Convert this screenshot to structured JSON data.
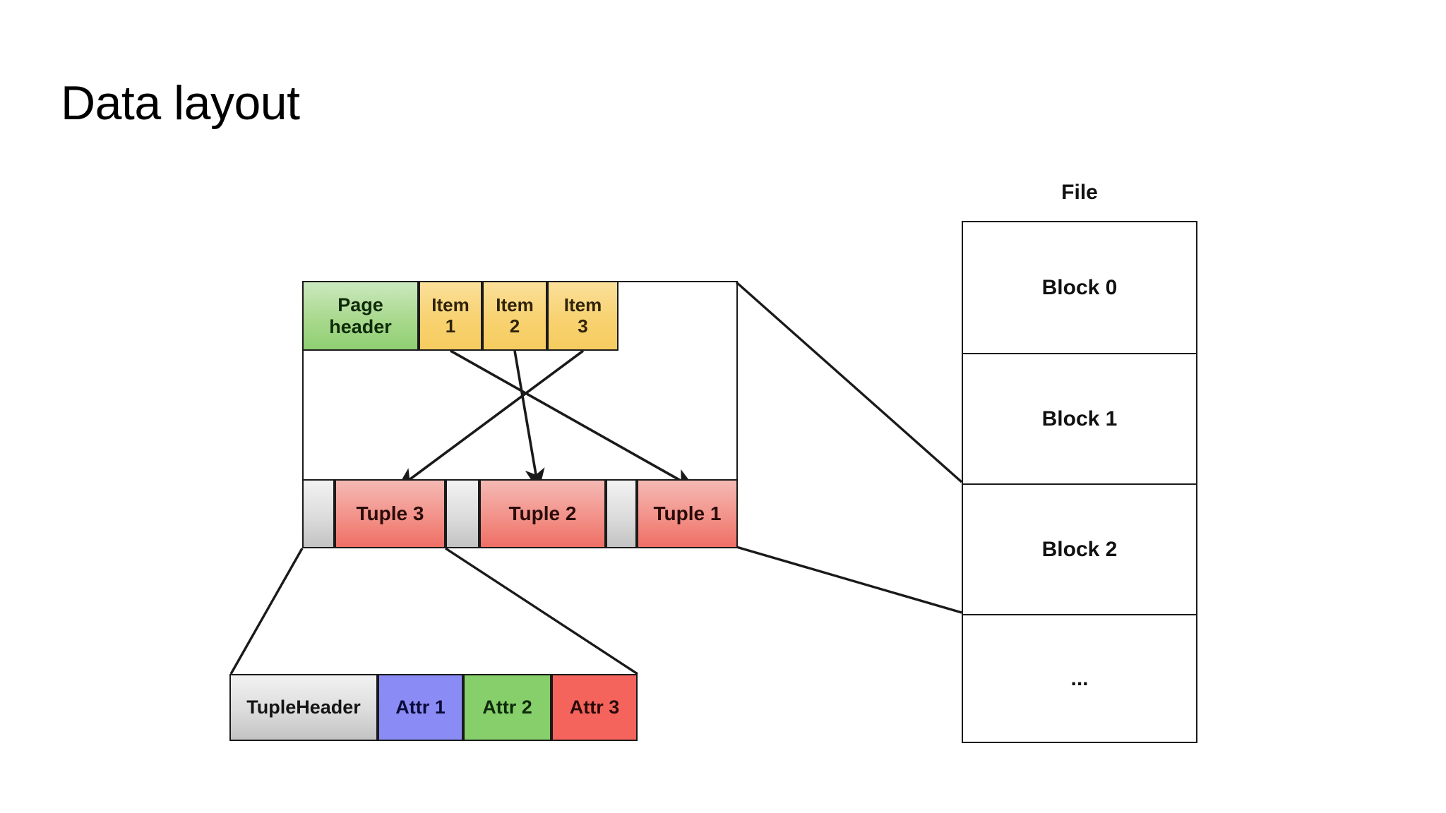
{
  "slide": {
    "title": "Data layout",
    "background": "#ffffff"
  },
  "page_row": {
    "header": {
      "line1": "Page",
      "line2": "header",
      "color": "#a9d98e"
    },
    "items": [
      {
        "line1": "Item",
        "line2": "1",
        "color": "#f8d271"
      },
      {
        "line1": "Item",
        "line2": "2",
        "color": "#f8d271"
      },
      {
        "line1": "Item",
        "line2": "3",
        "color": "#f8d271"
      }
    ]
  },
  "tuple_row": {
    "cells": [
      {
        "label": "",
        "kind": "gap",
        "color": "#dcdcdc"
      },
      {
        "label": "Tuple 3",
        "kind": "tuple",
        "color": "#f28e85"
      },
      {
        "label": "",
        "kind": "gap",
        "color": "#dcdcdc"
      },
      {
        "label": "Tuple 2",
        "kind": "tuple",
        "color": "#f28e85"
      },
      {
        "label": "",
        "kind": "gap",
        "color": "#dcdcdc"
      },
      {
        "label": "Tuple 1",
        "kind": "tuple",
        "color": "#f28e85"
      }
    ]
  },
  "tuple_detail_row": {
    "cells": [
      {
        "label": "TupleHeader",
        "color": "#dcdcdc"
      },
      {
        "label": "Attr 1",
        "color": "#8b8bf5"
      },
      {
        "label": "Attr 2",
        "color": "#87cf6b"
      },
      {
        "label": "Attr 3",
        "color": "#f5645c"
      }
    ]
  },
  "file": {
    "title": "File",
    "blocks": [
      {
        "label": "Block 0"
      },
      {
        "label": "Block 1"
      },
      {
        "label": "Block 2"
      },
      {
        "label": "..."
      }
    ]
  },
  "pointers": [
    {
      "from": "Item 1",
      "to": "Tuple 1"
    },
    {
      "from": "Item 2",
      "to": "Tuple 2"
    },
    {
      "from": "Item 3",
      "to": "Tuple 3"
    }
  ],
  "colors": {
    "stroke": "#1a1a1a",
    "text": "#111111"
  }
}
